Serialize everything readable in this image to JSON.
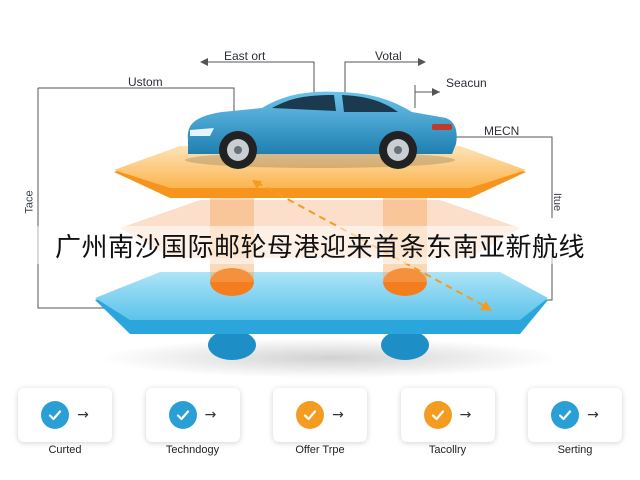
{
  "headline": "广州南沙国际邮轮母港迎来首条东南亚新航线",
  "callouts": [
    "Ustom",
    "East ort",
    "Votal",
    "Seacun",
    "MECN"
  ],
  "side_labels": {
    "left": "Tace",
    "right": "Itue"
  },
  "colors": {
    "orange": "#f7941d",
    "orange_light": "#fbb04b",
    "blue": "#2aa6dc",
    "blue_light": "#7fd0ef",
    "car_body": "#2f97c9",
    "check_blue": "#2a9fd6",
    "check_orange": "#f39c21"
  },
  "steps": [
    {
      "label": "Curted",
      "icon": "check-icon",
      "color": "#2a9fd6"
    },
    {
      "label": "Techndogy",
      "icon": "check-icon",
      "color": "#2a9fd6"
    },
    {
      "label": "Offer Trpe",
      "icon": "check-icon",
      "color": "#f39c21"
    },
    {
      "label": "Tacollry",
      "icon": "check-icon",
      "color": "#f39c21"
    },
    {
      "label": "Serting",
      "icon": "check-icon",
      "color": "#2a9fd6"
    }
  ],
  "arrow_icon": "arrow-right-icon"
}
